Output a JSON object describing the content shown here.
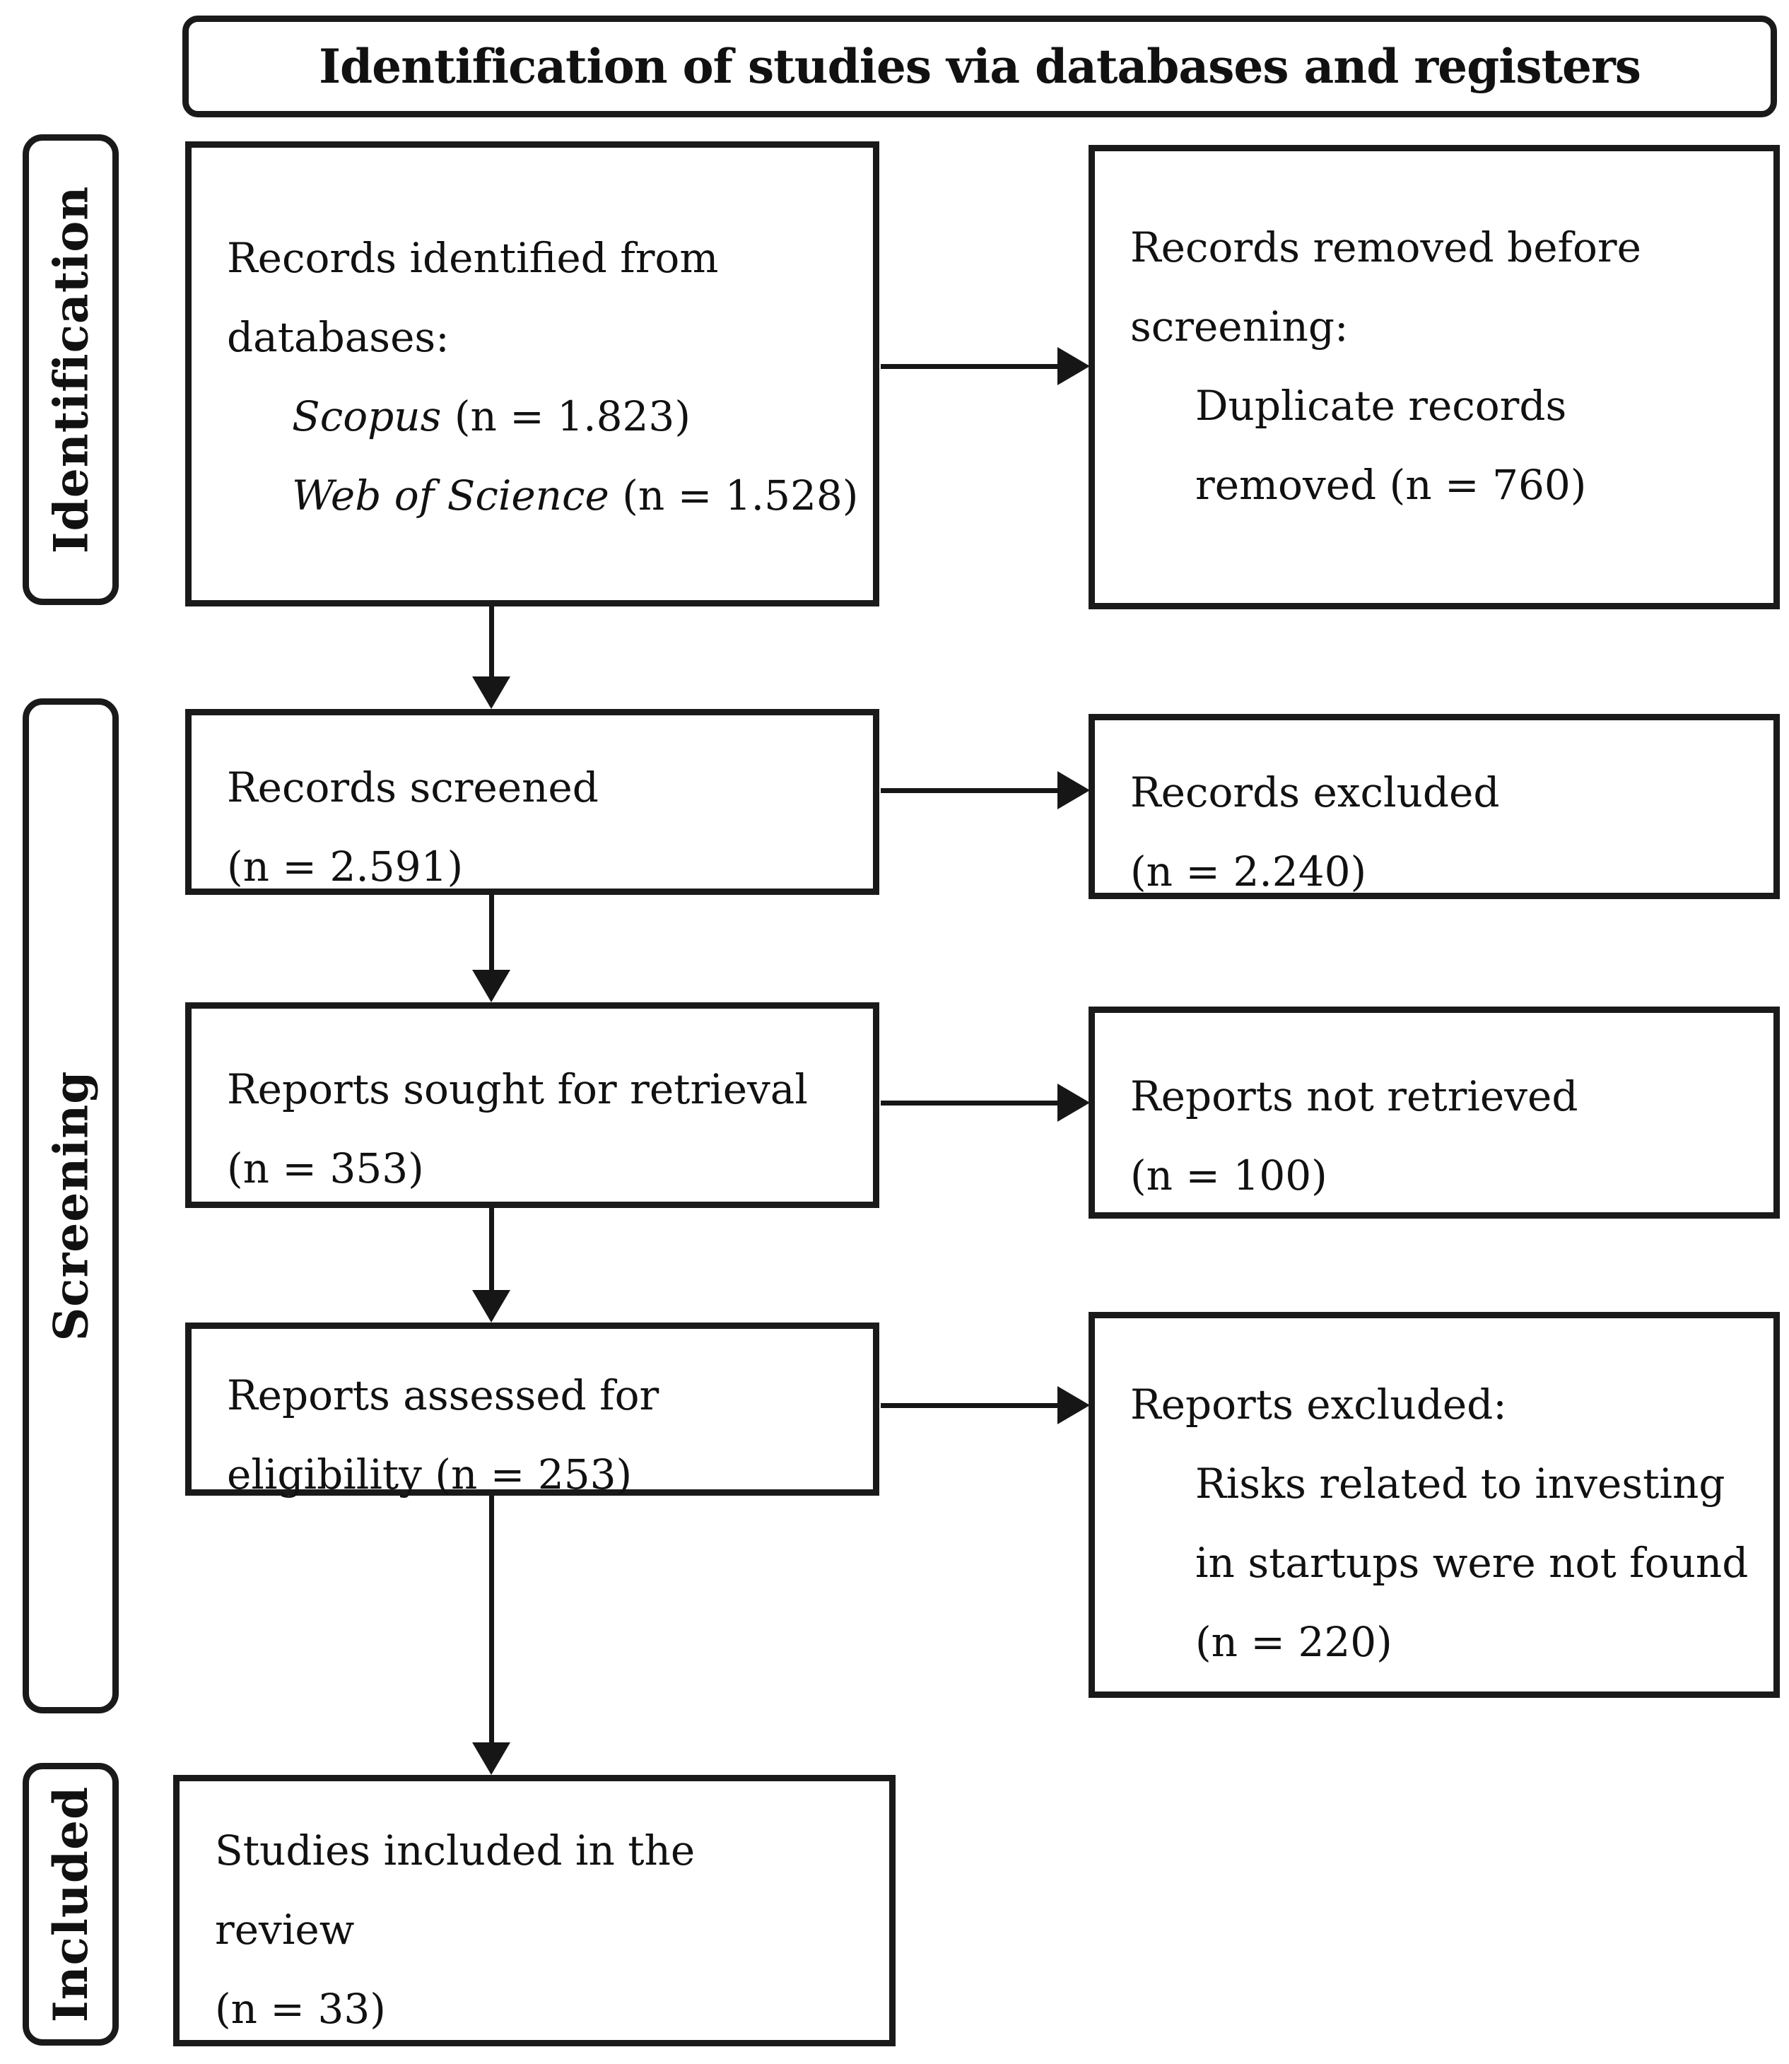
{
  "title": "Identification of studies via databases and registers",
  "stages": {
    "identification": "Identification",
    "screening": "Screening",
    "included": "Included"
  },
  "boxes": {
    "records_identified": {
      "line1": "Records identified from",
      "line2": "databases:",
      "scopus_label": "Scopus",
      "scopus_count": " (n = 1.823)",
      "wos_label": "Web of Science",
      "wos_count": " (n = 1.528)"
    },
    "records_removed": {
      "line1": "Records removed before",
      "line2": "screening:",
      "detail1": "Duplicate records",
      "detail2": "removed (n = 760)"
    },
    "records_screened": {
      "line1": "Records screened",
      "line2": "(n = 2.591)"
    },
    "records_excluded": {
      "line1": "Records excluded",
      "line2": "(n = 2.240)"
    },
    "reports_sought": {
      "line1": "Reports sought for retrieval",
      "line2": "(n = 353)"
    },
    "reports_not_retrieved": {
      "line1": "Reports not retrieved",
      "line2": "(n = 100)"
    },
    "reports_assessed": {
      "line1": "Reports assessed for",
      "line2": "eligibility (n = 253)"
    },
    "reports_excluded": {
      "line1": "Reports excluded:",
      "detail1": "Risks related to investing",
      "detail2": "in startups were not found",
      "detail3": "(n = 220)"
    },
    "studies_included": {
      "line1": "Studies included in the",
      "line2": "review",
      "line3": "(n = 33)"
    }
  },
  "colors": {
    "border": "#1a1a1a",
    "background": "#ffffff",
    "text": "#111111"
  }
}
